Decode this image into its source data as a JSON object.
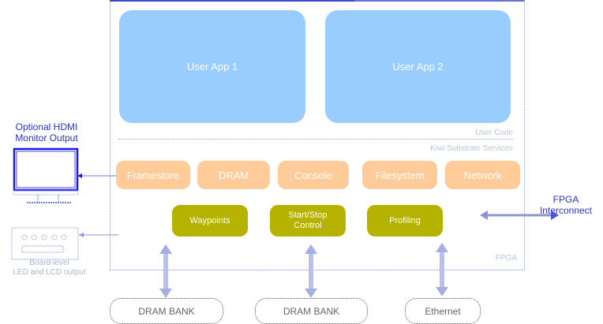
{
  "diagram": {
    "user_apps": [
      {
        "label": "User App 1"
      },
      {
        "label": "User App 2"
      }
    ],
    "section_labels": {
      "user_code": "User Code",
      "substrate": "Kiwi Substrate Services",
      "fpga": "FPGA"
    },
    "services": [
      {
        "label": "Framestore"
      },
      {
        "label": "DRAM"
      },
      {
        "label": "Console"
      },
      {
        "label": "Filesystem"
      },
      {
        "label": "Network"
      }
    ],
    "accelerators": [
      {
        "label": "Waypoints"
      },
      {
        "label": "Start/Stop Control"
      },
      {
        "label": "Profiling"
      }
    ],
    "external": {
      "hdmi_label_line1": "Optional HDMI",
      "hdmi_label_line2": "Monitor Output",
      "board_label_line1": "Board-level",
      "board_label_line2": "LED and LCD output",
      "interconnect_line1": "FPGA",
      "interconnect_line2": "Interconnect",
      "bottom_boxes": [
        {
          "label": "DRAM BANK"
        },
        {
          "label": "DRAM BANK"
        },
        {
          "label": "Ethernet"
        }
      ]
    },
    "colors": {
      "user_app": "#99ccff",
      "service": "#ffcc99",
      "accelerator": "#b5b200",
      "label_blue": "#2a35c8"
    }
  }
}
